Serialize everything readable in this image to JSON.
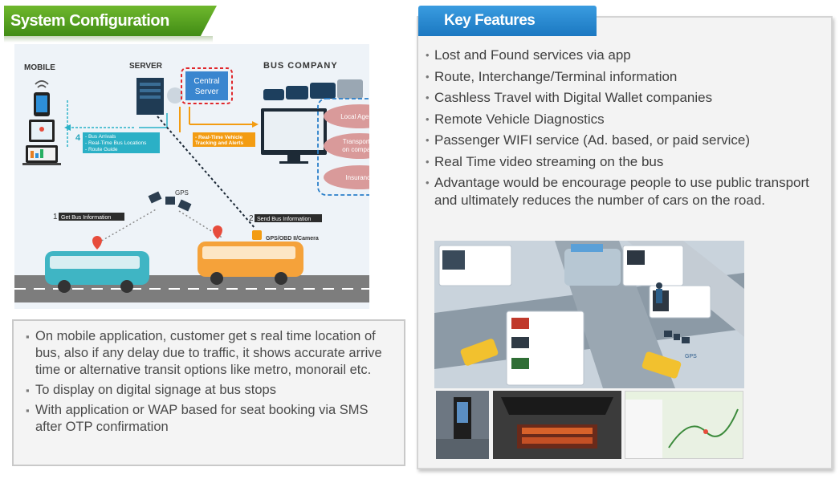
{
  "system_configuration": {
    "title": "System Configuration",
    "labels": {
      "mobile": "MOBILE",
      "server": "SERVER",
      "bus_company": "BUS COMPANY",
      "central_server": [
        "Central",
        "Server"
      ],
      "local_agency": "Local Agency",
      "transportation_company": [
        "Transportati",
        "on company"
      ],
      "insurance": "Insurance",
      "gps": "GPS",
      "step4_number": "4",
      "step4_items": [
        "- Bus Arrivals",
        "- Real-Time Bus Locations",
        "- Route Guide"
      ],
      "realtime_tracking": [
        "- Real-Time Vehicle",
        "Tracking and Alerts"
      ],
      "step1_number": "1",
      "step1_label": "Get Bus Information",
      "step2_number": "2",
      "step2_label": "Send Bus Information",
      "gps_obd_camera": "GPS/OBD II/Camera"
    },
    "bullets": [
      "On mobile application, customer get s real time location of bus, also if any delay due to traffic, it shows accurate arrive time or alternative transit options like metro, monorail etc.",
      "To display on digital signage at bus stops",
      "With application or WAP based for seat booking via SMS after OTP confirmation"
    ]
  },
  "key_features": {
    "title": "Key Features",
    "items": [
      "Lost and Found services via app",
      "Route, Interchange/Terminal information",
      "Cashless Travel with Digital Wallet companies",
      "Remote Vehicle Diagnostics",
      "Passenger WIFI service (Ad. based, or paid service)",
      "Real Time video streaming on the bus",
      "Advantage would be encourage people to use public transport and ultimately reduces the number of cars on the road."
    ],
    "illustration_labels": {
      "gps": "GPS"
    }
  },
  "colors": {
    "green_banner": "#4e9a1d",
    "blue_tab": "#2388d0",
    "bus_teal": "#3fb5c4",
    "bus_orange": "#f5a23a",
    "pink_ellipse": "#d99a9a",
    "dashed_blue": "#2a7fc9",
    "dashed_red": "#e0262b"
  }
}
